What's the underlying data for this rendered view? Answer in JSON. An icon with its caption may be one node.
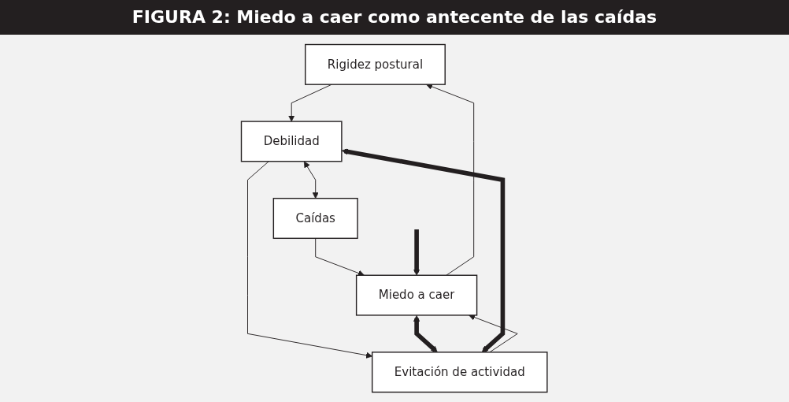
{
  "diagram": {
    "title": "FIGURA 2: Miedo a caer como antecente de las caídas",
    "nodes": [
      {
        "text": [
          "Rigidez postural"
        ]
      },
      {
        "text": [
          "Miedo a caer"
        ]
      },
      {
        "text": [
          "Debilidad"
        ]
      },
      {
        "text": [
          "Caídas"
        ]
      },
      {
        "text": [
          "Evitación de actividad"
        ]
      }
    ],
    "edges": [
      {
        "from": 1,
        "to": 0,
        "arrow": "to"
      },
      {
        "from": 0,
        "to": 2,
        "arrow": "to"
      },
      {
        "from": 2,
        "to": 3,
        "arrow": "both"
      },
      {
        "from": 2,
        "to": 4,
        "arrow": "to"
      },
      {
        "from": 4,
        "to": 1,
        "arrow": "to"
      },
      {
        "from": 3,
        "to": 1,
        "arrow": "to"
      },
      {
        "from": null,
        "to": 1,
        "arrow": "to",
        "style": "thick"
      },
      {
        "from": 1,
        "to": 4,
        "arrow": "both",
        "style": "thick"
      },
      {
        "from": 2,
        "to": 4,
        "arrow": "both",
        "style": "thick"
      }
    ]
  }
}
